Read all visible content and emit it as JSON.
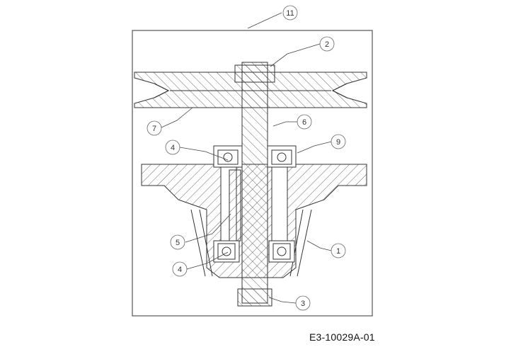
{
  "diagram": {
    "drawing_code": "E3-10029A-01",
    "callouts": [
      "11",
      "2",
      "6",
      "7",
      "4",
      "9",
      "5",
      "1",
      "4",
      "3"
    ]
  }
}
